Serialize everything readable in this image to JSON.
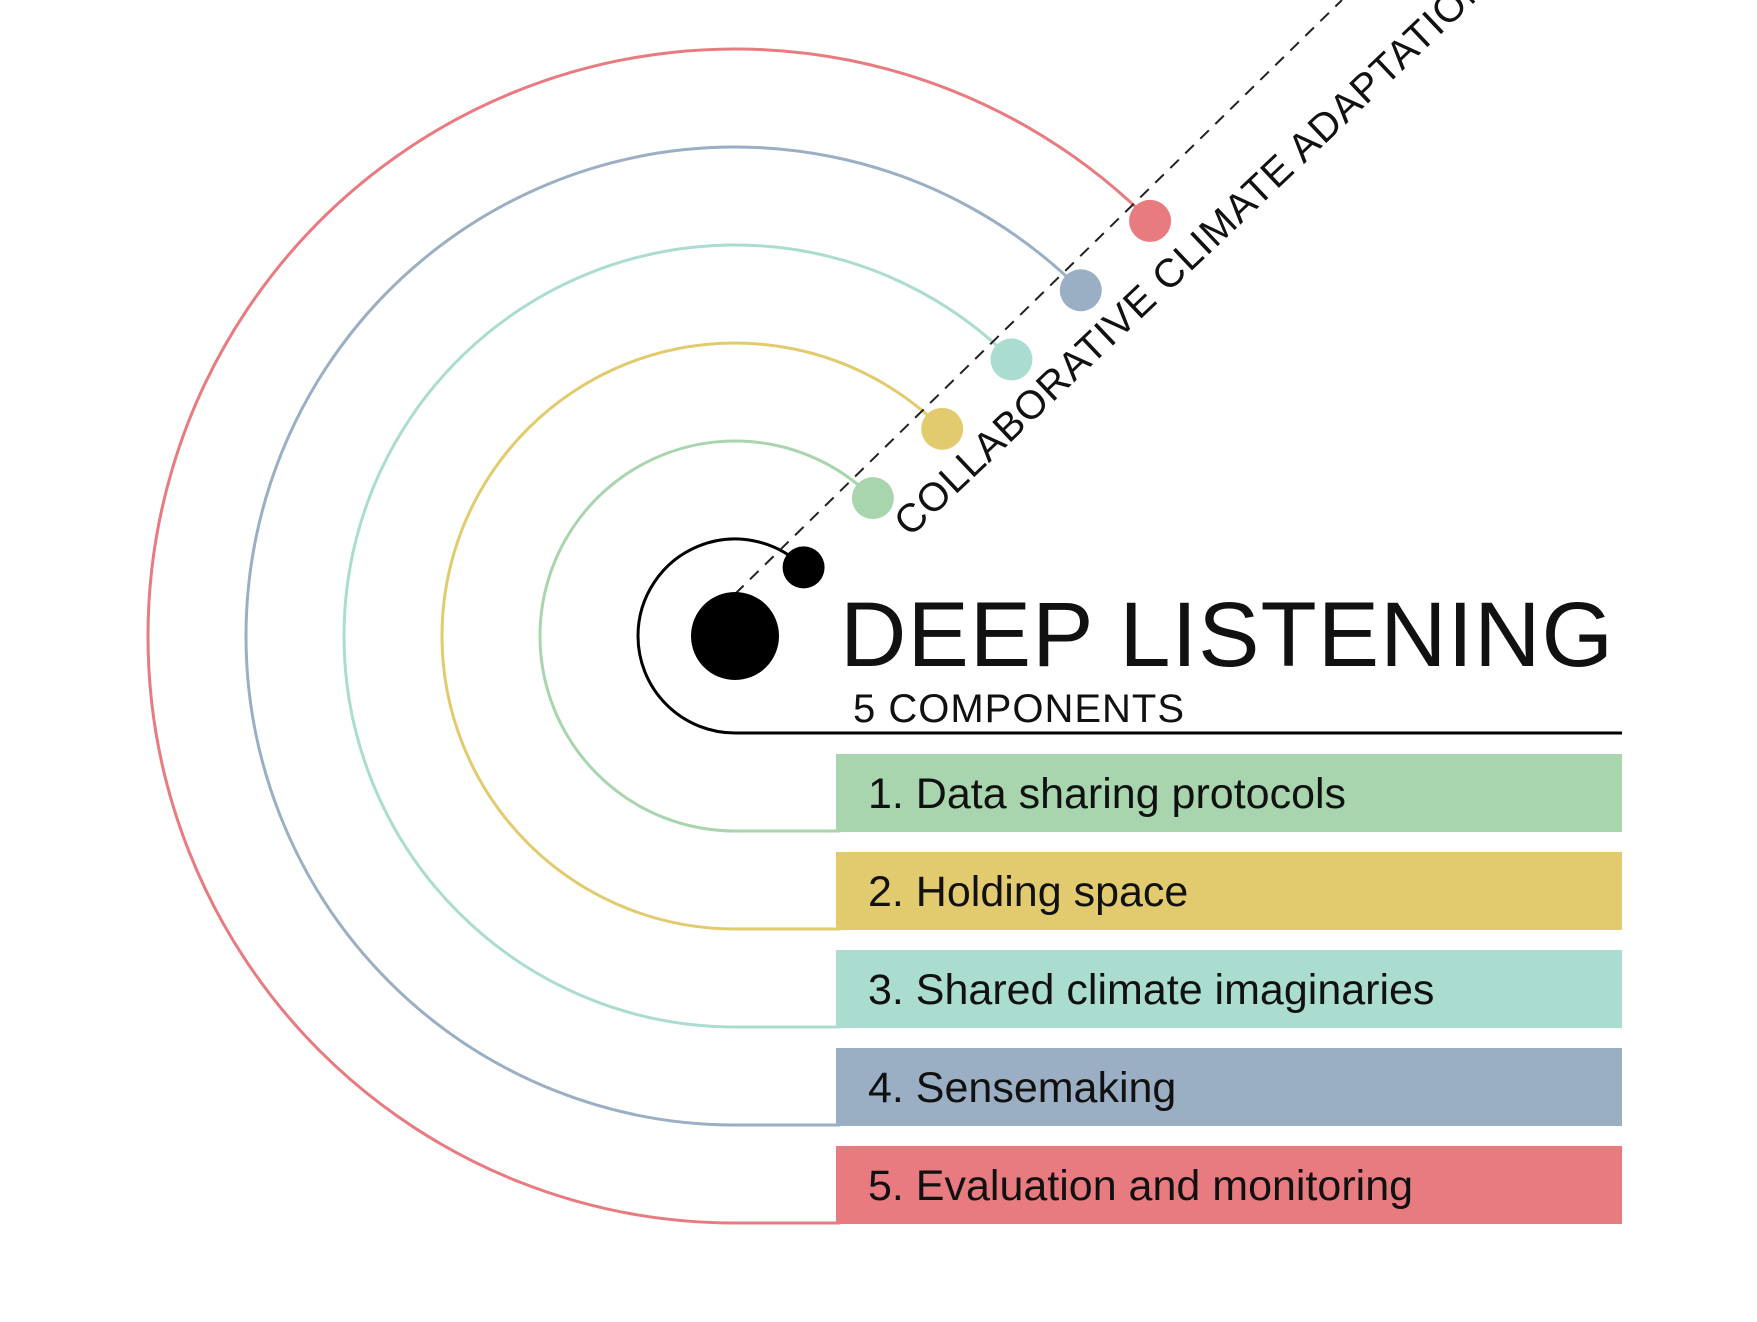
{
  "diagram": {
    "title": "DEEP LISTENING",
    "subtitle": "5 COMPONENTS",
    "axis_label": "COLLABORATIVE CLIMATE ADAPTATION",
    "center_color": "#000000",
    "components": [
      {
        "label": "1. Data sharing protocols",
        "color": "#a8d5ae"
      },
      {
        "label": "2. Holding space",
        "color": "#e2cb6e"
      },
      {
        "label": "3. Shared climate imaginaries",
        "color": "#abdcd0"
      },
      {
        "label": "4. Sensemaking",
        "color": "#9aaec4"
      },
      {
        "label": "5. Evaluation and monitoring",
        "color": "#e87b7f"
      }
    ]
  }
}
